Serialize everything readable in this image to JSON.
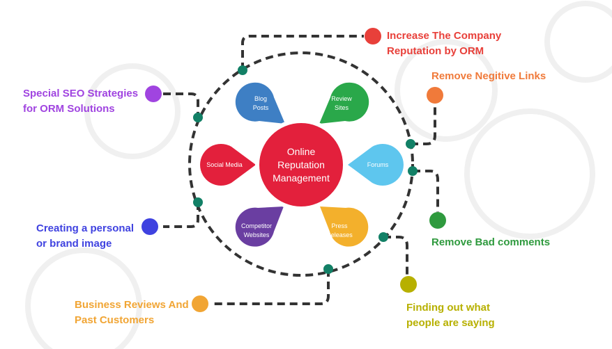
{
  "center": {
    "line1": "Online",
    "line2": "Reputation",
    "line3": "Management",
    "color": "#e3203c"
  },
  "petals": [
    {
      "key": "blog",
      "line1": "Blog",
      "line2": "Posts",
      "color": "#3e7fc4"
    },
    {
      "key": "review",
      "line1": "Review",
      "line2": "Sites",
      "color": "#2aa84a"
    },
    {
      "key": "social",
      "line1": "Social Media",
      "line2": "",
      "color": "#e3203c"
    },
    {
      "key": "forums",
      "line1": "Forums",
      "line2": "",
      "color": "#5ec6ee"
    },
    {
      "key": "competitor",
      "line1": "Competitor",
      "line2": "Websites",
      "color": "#6a3ea1"
    },
    {
      "key": "press",
      "line1": "Press",
      "line2": "Releases",
      "color": "#f3b02c"
    }
  ],
  "labels": [
    {
      "key": "increase",
      "line1": "Increase The Company",
      "line2": "Reputation by ORM",
      "color": "#e8403a"
    },
    {
      "key": "remove-links",
      "line1": "Remove Negitive Links",
      "line2": "",
      "color": "#f07a3a"
    },
    {
      "key": "remove-comments",
      "line1": "Remove Bad comments",
      "line2": "",
      "color": "#2f9a3e"
    },
    {
      "key": "finding",
      "line1": "Finding out what",
      "line2": "people are saying",
      "color": "#b7b000"
    },
    {
      "key": "business",
      "line1": "Business Reviews And",
      "line2": "Past Customers",
      "color": "#f1a534"
    },
    {
      "key": "creating",
      "line1": "Creating a personal",
      "line2": "or brand image",
      "color": "#3f42e0"
    },
    {
      "key": "seo",
      "line1": "Special SEO Strategies",
      "line2": "for ORM Solutions",
      "color": "#a044e0"
    }
  ],
  "colors": {
    "dash": "#333333",
    "junction": "#128066",
    "bg_circles": "#f2f2f2"
  }
}
